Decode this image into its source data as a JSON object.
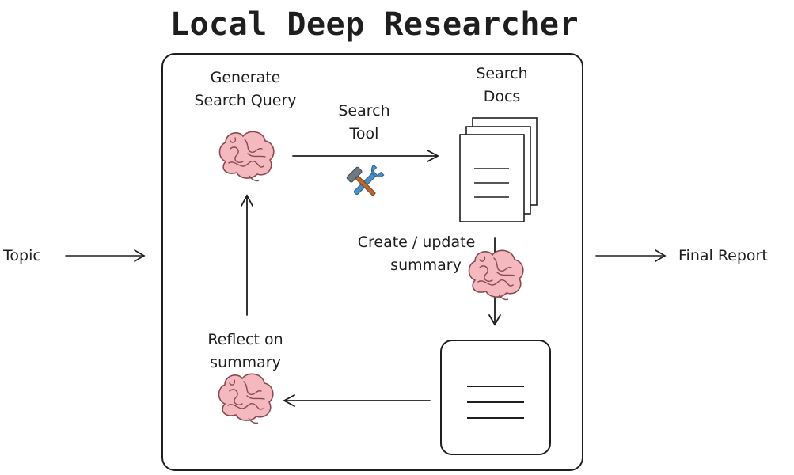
{
  "title": "Local Deep Researcher",
  "nodes": {
    "topic": "Topic",
    "final_report": "Final Report",
    "generate_query": [
      "Generate",
      "Search Query"
    ],
    "search_tool": [
      "Search",
      "Tool"
    ],
    "search_docs": [
      "Search",
      "Docs"
    ],
    "create_update": [
      "Create / update",
      "summary"
    ],
    "reflect": [
      "Reflect on",
      "summary"
    ]
  },
  "icons": {
    "brain": "brain-icon",
    "tools": "hammer-wrench-icon",
    "documents": "documents-icon",
    "summary": "summary-card-icon"
  },
  "colors": {
    "stroke": "#1e1e1e",
    "brain_fill": "#f4b8bf",
    "brain_stroke": "#8a4a52",
    "tool_blue": "#4a90c8",
    "tool_brown": "#b86a2e"
  }
}
